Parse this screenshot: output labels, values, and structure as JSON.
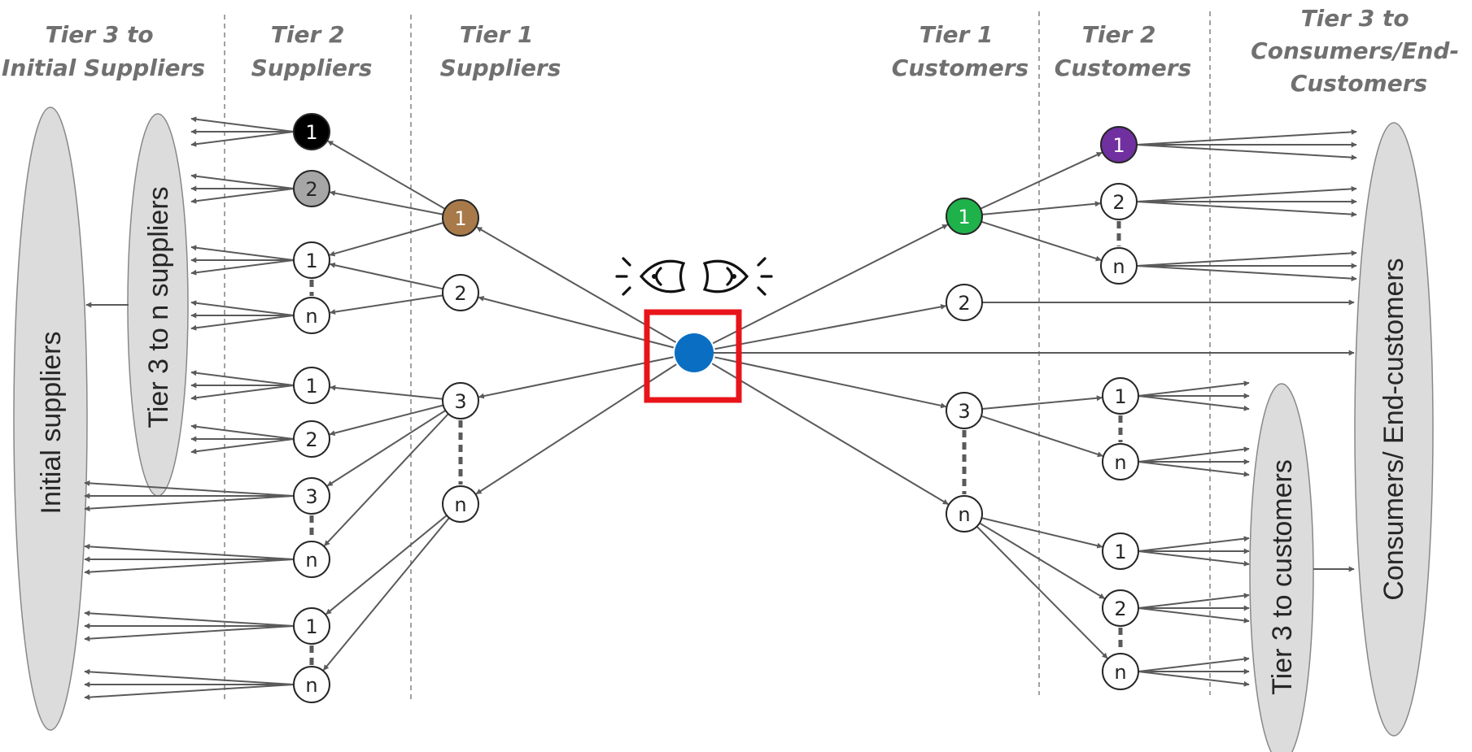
{
  "headers": {
    "tier3_initial_suppliers": [
      "Tier 3 to",
      "Initial Suppliers"
    ],
    "tier2_suppliers": [
      "Tier 2",
      "Suppliers"
    ],
    "tier1_suppliers": [
      "Tier 1",
      "Suppliers"
    ],
    "tier1_customers": [
      "Tier 1",
      "Customers"
    ],
    "tier2_customers": [
      "Tier 2",
      "Customers"
    ],
    "tier3_consumers": [
      "Tier 3 to",
      "Consumers/End-",
      "Customers"
    ]
  },
  "groups": {
    "initial_suppliers": "Initial suppliers",
    "tier3_to_n_suppliers": "Tier 3 to n suppliers",
    "tier3_to_customers": "Tier 3 to customers",
    "consumers_end_customers": "Consumers/ End-customers"
  },
  "colors": {
    "focal": "#0a6fc2",
    "focus_box": "#e8141a",
    "t2_supplier_1": "#000000",
    "t2_supplier_2": "#a6a6a6",
    "t1_supplier_1": "#a87a4a",
    "t1_customer_1": "#1fb24a",
    "t2_customer_1": "#7030a0"
  },
  "icons": [
    "eye-looking-left-icon",
    "eye-looking-right-icon"
  ],
  "nodes": [
    {
      "id": "s2a1",
      "label": "1",
      "fill": "#000000",
      "text": "#ffffff",
      "name": "tier2-supplier-1-black"
    },
    {
      "id": "s2a2",
      "label": "2",
      "fill": "#a6a6a6",
      "text": "#262626",
      "name": "tier2-supplier-2-gray"
    },
    {
      "id": "s2b1",
      "label": "1",
      "fill": "#ffffff",
      "text": "#262626",
      "name": "tier2-supplier-b1"
    },
    {
      "id": "s2bn",
      "label": "n",
      "fill": "#ffffff",
      "text": "#262626",
      "name": "tier2-supplier-bn"
    },
    {
      "id": "s2c1",
      "label": "1",
      "fill": "#ffffff",
      "text": "#262626",
      "name": "tier2-supplier-c1"
    },
    {
      "id": "s2c2",
      "label": "2",
      "fill": "#ffffff",
      "text": "#262626",
      "name": "tier2-supplier-c2"
    },
    {
      "id": "s2c3",
      "label": "3",
      "fill": "#ffffff",
      "text": "#262626",
      "name": "tier2-supplier-c3"
    },
    {
      "id": "s2cn",
      "label": "n",
      "fill": "#ffffff",
      "text": "#262626",
      "name": "tier2-supplier-cn"
    },
    {
      "id": "s2d1",
      "label": "1",
      "fill": "#ffffff",
      "text": "#262626",
      "name": "tier2-supplier-d1"
    },
    {
      "id": "s2dn",
      "label": "n",
      "fill": "#ffffff",
      "text": "#262626",
      "name": "tier2-supplier-dn"
    },
    {
      "id": "s1_1",
      "label": "1",
      "fill": "#a87a4a",
      "text": "#ffffff",
      "name": "tier1-supplier-1-brown"
    },
    {
      "id": "s1_2",
      "label": "2",
      "fill": "#ffffff",
      "text": "#262626",
      "name": "tier1-supplier-2"
    },
    {
      "id": "s1_3",
      "label": "3",
      "fill": "#ffffff",
      "text": "#262626",
      "name": "tier1-supplier-3"
    },
    {
      "id": "s1_n",
      "label": "n",
      "fill": "#ffffff",
      "text": "#262626",
      "name": "tier1-supplier-n"
    },
    {
      "id": "c1_1",
      "label": "1",
      "fill": "#1fb24a",
      "text": "#ffffff",
      "name": "tier1-customer-1-green"
    },
    {
      "id": "c1_2",
      "label": "2",
      "fill": "#ffffff",
      "text": "#262626",
      "name": "tier1-customer-2"
    },
    {
      "id": "c1_3",
      "label": "3",
      "fill": "#ffffff",
      "text": "#262626",
      "name": "tier1-customer-3"
    },
    {
      "id": "c1_n",
      "label": "n",
      "fill": "#ffffff",
      "text": "#262626",
      "name": "tier1-customer-n"
    },
    {
      "id": "c2a1",
      "label": "1",
      "fill": "#7030a0",
      "text": "#ffffff",
      "name": "tier2-customer-1-purple"
    },
    {
      "id": "c2a2",
      "label": "2",
      "fill": "#ffffff",
      "text": "#262626",
      "name": "tier2-customer-a2"
    },
    {
      "id": "c2an",
      "label": "n",
      "fill": "#ffffff",
      "text": "#262626",
      "name": "tier2-customer-an"
    },
    {
      "id": "c2b1",
      "label": "1",
      "fill": "#ffffff",
      "text": "#262626",
      "name": "tier2-customer-b1"
    },
    {
      "id": "c2bn",
      "label": "n",
      "fill": "#ffffff",
      "text": "#262626",
      "name": "tier2-customer-bn"
    },
    {
      "id": "c2c1",
      "label": "1",
      "fill": "#ffffff",
      "text": "#262626",
      "name": "tier2-customer-c1"
    },
    {
      "id": "c2c2",
      "label": "2",
      "fill": "#ffffff",
      "text": "#262626",
      "name": "tier2-customer-c2"
    },
    {
      "id": "c2cn",
      "label": "n",
      "fill": "#ffffff",
      "text": "#262626",
      "name": "tier2-customer-cn"
    }
  ],
  "edges": [
    [
      "focal",
      "s1_1"
    ],
    [
      "focal",
      "s1_2"
    ],
    [
      "focal",
      "s1_3"
    ],
    [
      "focal",
      "s1_n"
    ],
    [
      "focal",
      "c1_1"
    ],
    [
      "focal",
      "c1_2"
    ],
    [
      "focal",
      "c1_3"
    ],
    [
      "focal",
      "c1_n"
    ],
    [
      "focal",
      "consumers"
    ],
    [
      "s1_1",
      "s2a1"
    ],
    [
      "s1_1",
      "s2a2"
    ],
    [
      "s1_1",
      "s2b1"
    ],
    [
      "s1_2",
      "s2b1"
    ],
    [
      "s1_2",
      "s2bn"
    ],
    [
      "s1_3",
      "s2c1"
    ],
    [
      "s1_3",
      "s2c2"
    ],
    [
      "s1_3",
      "s2c3"
    ],
    [
      "s1_3",
      "s2cn"
    ],
    [
      "s1_n",
      "s2d1"
    ],
    [
      "s1_n",
      "s2dn"
    ],
    [
      "s2a1",
      "tier3_suppliers"
    ],
    [
      "s2a2",
      "tier3_suppliers"
    ],
    [
      "s2b1",
      "tier3_suppliers"
    ],
    [
      "s2bn",
      "tier3_suppliers"
    ],
    [
      "s2c1",
      "tier3_suppliers"
    ],
    [
      "s2c2",
      "tier3_suppliers"
    ],
    [
      "s2c3",
      "initial_suppliers"
    ],
    [
      "s2cn",
      "initial_suppliers"
    ],
    [
      "s2d1",
      "initial_suppliers"
    ],
    [
      "s2dn",
      "initial_suppliers"
    ],
    [
      "tier3_suppliers",
      "initial_suppliers"
    ],
    [
      "c1_1",
      "c2a1"
    ],
    [
      "c1_1",
      "c2a2"
    ],
    [
      "c1_1",
      "c2an"
    ],
    [
      "c1_2",
      "consumers"
    ],
    [
      "c1_3",
      "c2b1"
    ],
    [
      "c1_3",
      "c2bn"
    ],
    [
      "c1_n",
      "c2c1"
    ],
    [
      "c1_n",
      "c2c2"
    ],
    [
      "c1_n",
      "c2cn"
    ],
    [
      "c2a1",
      "consumers"
    ],
    [
      "c2a2",
      "consumers"
    ],
    [
      "c2an",
      "consumers"
    ],
    [
      "c2b1",
      "tier3_customers"
    ],
    [
      "c2bn",
      "tier3_customers"
    ],
    [
      "c2c1",
      "tier3_customers"
    ],
    [
      "c2c2",
      "tier3_customers"
    ],
    [
      "c2cn",
      "tier3_customers"
    ],
    [
      "tier3_customers",
      "consumers"
    ]
  ]
}
